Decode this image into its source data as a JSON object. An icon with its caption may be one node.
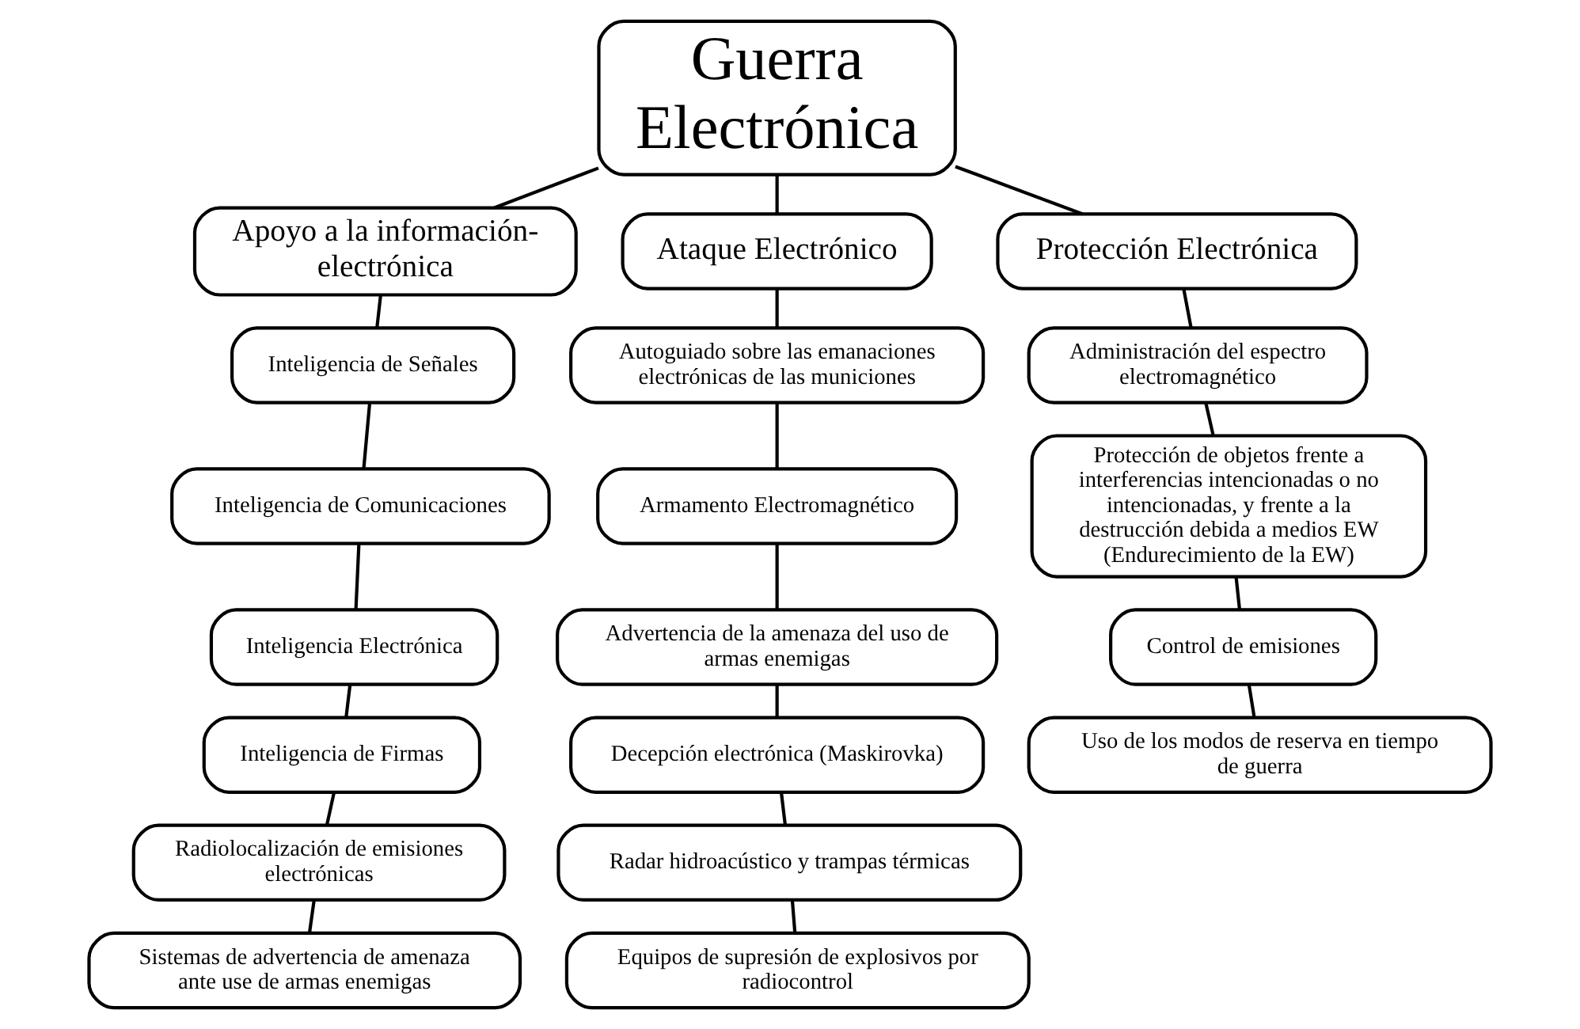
{
  "diagram": {
    "nodes": [
      {
        "text": [
          "Guerra Electrónica"
        ]
      },
      {
        "text": [
          "Apoyo a la información-electrónica"
        ]
      },
      {
        "text": [
          "Ataque Electrónico"
        ]
      },
      {
        "text": [
          "Protección Electrónica"
        ]
      },
      {
        "text": [
          "Inteligencia de Señales"
        ]
      },
      {
        "text": [
          "Inteligencia de Comunicaciones"
        ]
      },
      {
        "text": [
          "Inteligencia Electrónica"
        ]
      },
      {
        "text": [
          "Inteligencia de Firmas"
        ]
      },
      {
        "text": [
          "Radiolocalización de emisiones electrónicas"
        ]
      },
      {
        "text": [
          "Sistemas de advertencia de amenaza ante use de armas enemigas"
        ]
      },
      {
        "text": [
          "Autoguiado sobre las emanaciones electrónicas de las municiones"
        ]
      },
      {
        "text": [
          "Armamento Electromagnético"
        ]
      },
      {
        "text": [
          "Advertencia de la amenaza del uso de armas enemigas"
        ]
      },
      {
        "text": [
          "Decepción electrónica (Maskirovka)"
        ]
      },
      {
        "text": [
          "Radar hidroacústico y trampas térmicas"
        ]
      },
      {
        "text": [
          "Equipos de supresión de explosivos por radiocontrol"
        ]
      },
      {
        "text": [
          "Administración del espectro electromagnético"
        ]
      },
      {
        "text": [
          "Protección de objetos frente a interferencias intencionadas o no intencionadas, y frente a la destrucción debida a medios EW (Endurecimiento de la EW)"
        ]
      },
      {
        "text": [
          "Control de emisiones"
        ]
      },
      {
        "text": [
          "Uso de los modos de reserva en tiempo de guerra"
        ]
      }
    ],
    "edges": [
      {
        "from": 0,
        "to": 1,
        "arrow": "none"
      },
      {
        "from": 0,
        "to": 2,
        "arrow": "none"
      },
      {
        "from": 0,
        "to": 3,
        "arrow": "none"
      },
      {
        "from": 1,
        "to": 4,
        "arrow": "none"
      },
      {
        "from": 4,
        "to": 5,
        "arrow": "none"
      },
      {
        "from": 5,
        "to": 6,
        "arrow": "none"
      },
      {
        "from": 6,
        "to": 7,
        "arrow": "none"
      },
      {
        "from": 7,
        "to": 8,
        "arrow": "none"
      },
      {
        "from": 8,
        "to": 9,
        "arrow": "none"
      },
      {
        "from": 2,
        "to": 10,
        "arrow": "none"
      },
      {
        "from": 10,
        "to": 11,
        "arrow": "none"
      },
      {
        "from": 11,
        "to": 12,
        "arrow": "none"
      },
      {
        "from": 12,
        "to": 13,
        "arrow": "none"
      },
      {
        "from": 13,
        "to": 14,
        "arrow": "none"
      },
      {
        "from": 14,
        "to": 15,
        "arrow": "none"
      },
      {
        "from": 3,
        "to": 16,
        "arrow": "none"
      },
      {
        "from": 16,
        "to": 17,
        "arrow": "none"
      },
      {
        "from": 17,
        "to": 18,
        "arrow": "none"
      },
      {
        "from": 18,
        "to": 19,
        "arrow": "none"
      }
    ]
  }
}
